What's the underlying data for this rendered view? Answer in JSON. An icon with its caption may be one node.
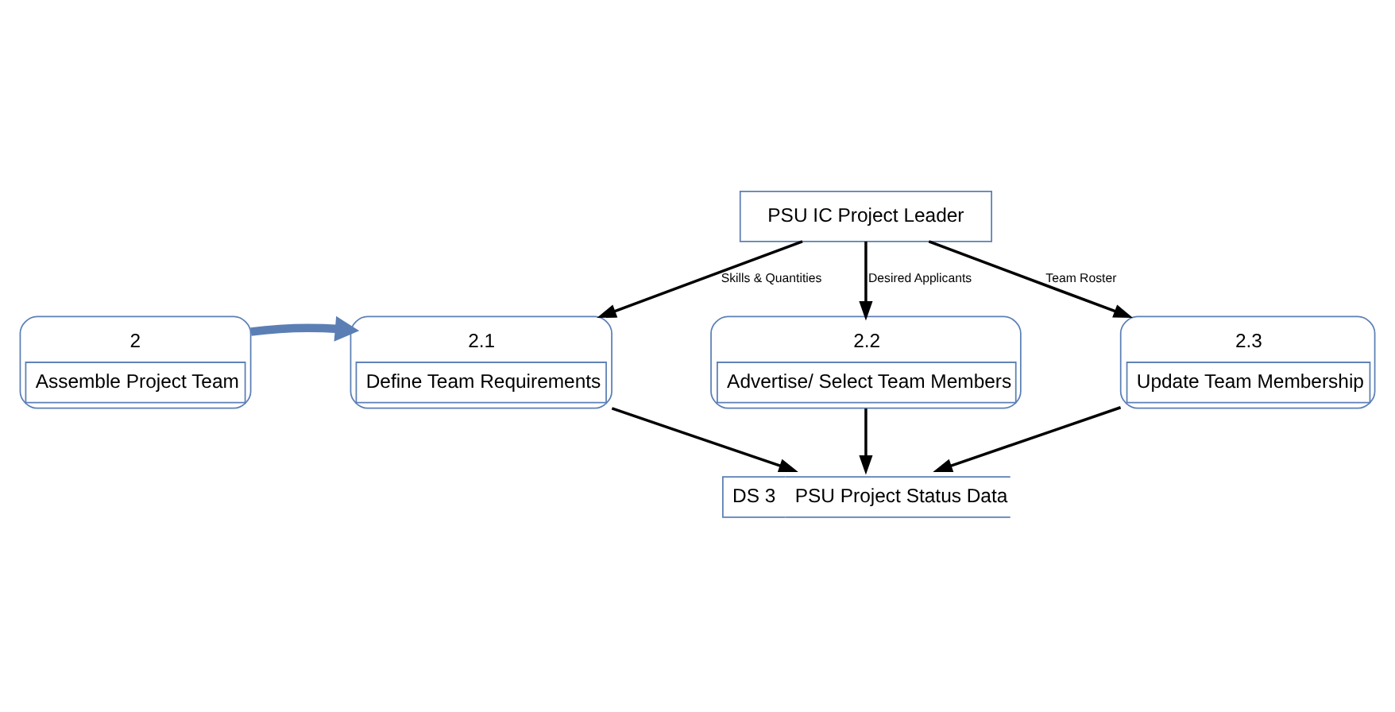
{
  "diagram": {
    "nodes": [
      {
        "text": [
          "PSU IC Project Leader"
        ]
      },
      {
        "text": [
          "2",
          "Assemble Project Team"
        ]
      },
      {
        "text": [
          "2.1",
          "Define Team Requirements"
        ]
      },
      {
        "text": [
          "2.2",
          "Advertise/ Select Team Members"
        ]
      },
      {
        "text": [
          "2.3",
          "Update Team Membership"
        ]
      },
      {
        "text": [
          "DS 3",
          "PSU Project Status Data"
        ]
      }
    ],
    "edges": [
      {
        "from": 0,
        "to": 2,
        "arrow": "to",
        "label": "Skills & Quantities"
      },
      {
        "from": 0,
        "to": 3,
        "arrow": "to",
        "label": "Desired Applicants"
      },
      {
        "from": 0,
        "to": 4,
        "arrow": "to",
        "label": "Team Roster"
      },
      {
        "from": 1,
        "to": 2,
        "arrow": "to",
        "style": "thick",
        "color": "#5b7fb5"
      },
      {
        "from": 2,
        "to": 5,
        "arrow": "to"
      },
      {
        "from": 3,
        "to": 5,
        "arrow": "to"
      },
      {
        "from": 4,
        "to": 5,
        "arrow": "to"
      }
    ]
  }
}
